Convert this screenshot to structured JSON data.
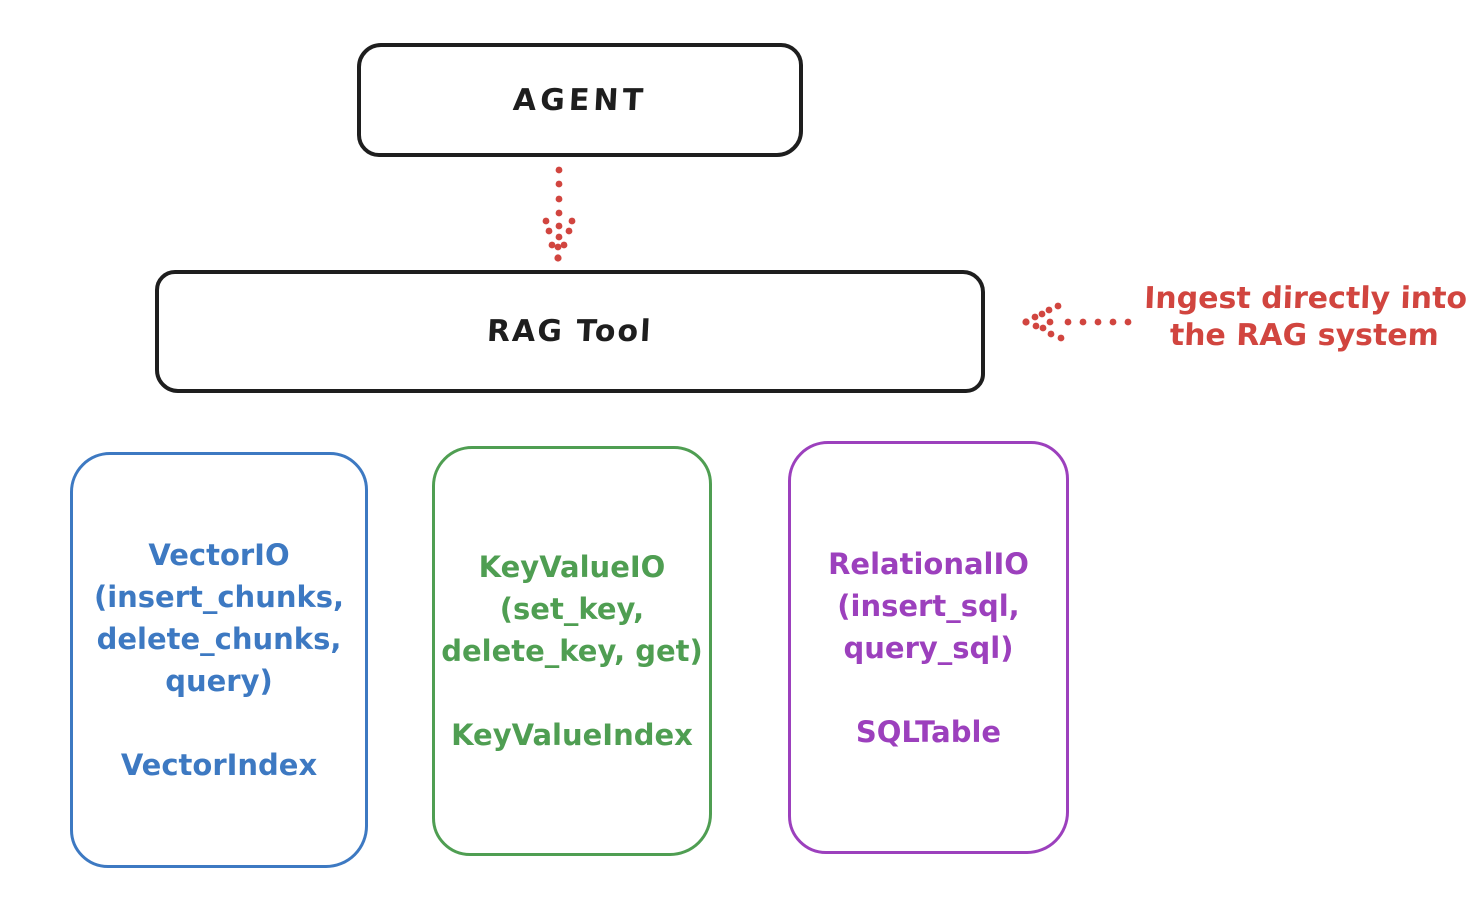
{
  "canvas": {
    "background": "#ffffff",
    "ink_color": "#1e1e1e"
  },
  "agent_box": {
    "label": "AGENT"
  },
  "rag_tool_box": {
    "label": "RAG Tool"
  },
  "agent_to_rag_arrow": {
    "color": "#d1453f",
    "style": "dotted",
    "direction": "down"
  },
  "ingest_annotation": {
    "lines": [
      "Ingest directly into",
      "the RAG system"
    ],
    "color": "#d1453f",
    "arrow_direction": "left"
  },
  "io_boxes": [
    {
      "name": "VectorIO",
      "color": "#3d79c2",
      "lines": [
        "VectorIO",
        "(insert_chunks,",
        "delete_chunks,",
        "query)"
      ],
      "index_label": "VectorIndex"
    },
    {
      "name": "KeyValueIO",
      "color": "#4f9e52",
      "lines": [
        "KeyValueIO",
        "(set_key,",
        "delete_key, get)"
      ],
      "index_label": "KeyValueIndex"
    },
    {
      "name": "RelationalIO",
      "color": "#9c40bd",
      "lines": [
        "RelationalIO",
        "(insert_sql,",
        "query_sql)"
      ],
      "index_label": "SQLTable"
    }
  ]
}
